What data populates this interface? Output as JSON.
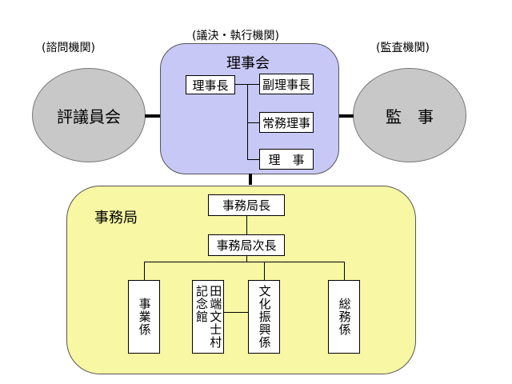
{
  "labels": {
    "advisory": "(諮問機関)",
    "executive": "(議決・執行機関)",
    "audit": "(監査機関)"
  },
  "nodes": {
    "council": "評議員会",
    "auditor": "監　事",
    "board_title": "理事会",
    "chairman": "理事長",
    "vice_chairman": "副理事長",
    "managing_director": "常務理事",
    "director": "理　事",
    "office_title": "事務局",
    "secretary_general": "事務局長",
    "deputy_secretary_general": "事務局次長",
    "business_section": "事業係",
    "museum": "田端文士村\n記念館",
    "culture_section": "文化振興係",
    "general_affairs": "総務係"
  }
}
